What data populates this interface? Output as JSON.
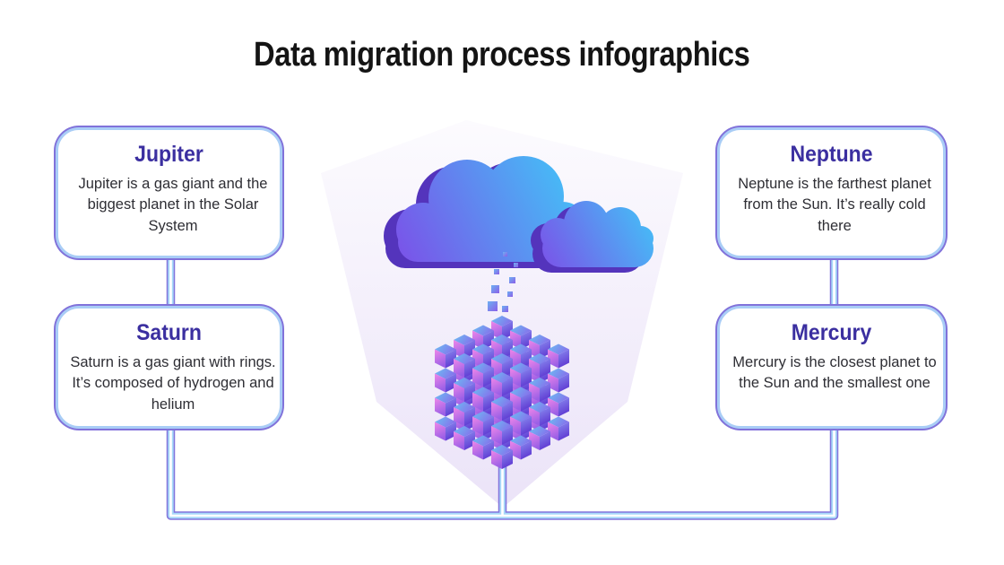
{
  "page": {
    "title": "Data migration process infographics",
    "background": "#ffffff",
    "title_color": "#141414"
  },
  "cards": [
    {
      "id": "jupiter",
      "title": "Jupiter",
      "body": "Jupiter is a gas giant and the biggest planet in the Solar System"
    },
    {
      "id": "saturn",
      "title": "Saturn",
      "body": "Saturn is a gas giant with rings. It’s composed of hydrogen and helium"
    },
    {
      "id": "neptune",
      "title": "Neptune",
      "body": "Neptune is the farthest planet from the Sun. It’s really cold there"
    },
    {
      "id": "mercury",
      "title": "Mercury",
      "body": "Mercury is the closest planet to the Sun and the smallest one"
    }
  ],
  "icons": [
    "cloud-icon",
    "falling-data-squares-icon",
    "data-cubes-icon"
  ],
  "colors": {
    "card": {
      "outer": "#8172da",
      "inner": "#a9cdf6",
      "title": "#3b2fa0",
      "body": "#2e2e34"
    },
    "tube": {
      "outer": "#8374dc",
      "inner": "#a8d9f9",
      "core": "#ffffff"
    },
    "pentagon": {
      "top": "#fcfbfe",
      "bottom": "#ebe3f8"
    },
    "cloud": {
      "from": "#7c4fe8",
      "to": "#40c8f8",
      "shadow": "#5434bc"
    },
    "squares": {
      "from": "#6db0f2",
      "to": "#8b5fe8"
    },
    "cube": {
      "top_a": "#6ac1f3",
      "top_b": "#8573ec",
      "left_a": "#f087e9",
      "left_b": "#9a5fe6",
      "right_a": "#8a8cf0",
      "right_b": "#5f3ad2"
    }
  }
}
